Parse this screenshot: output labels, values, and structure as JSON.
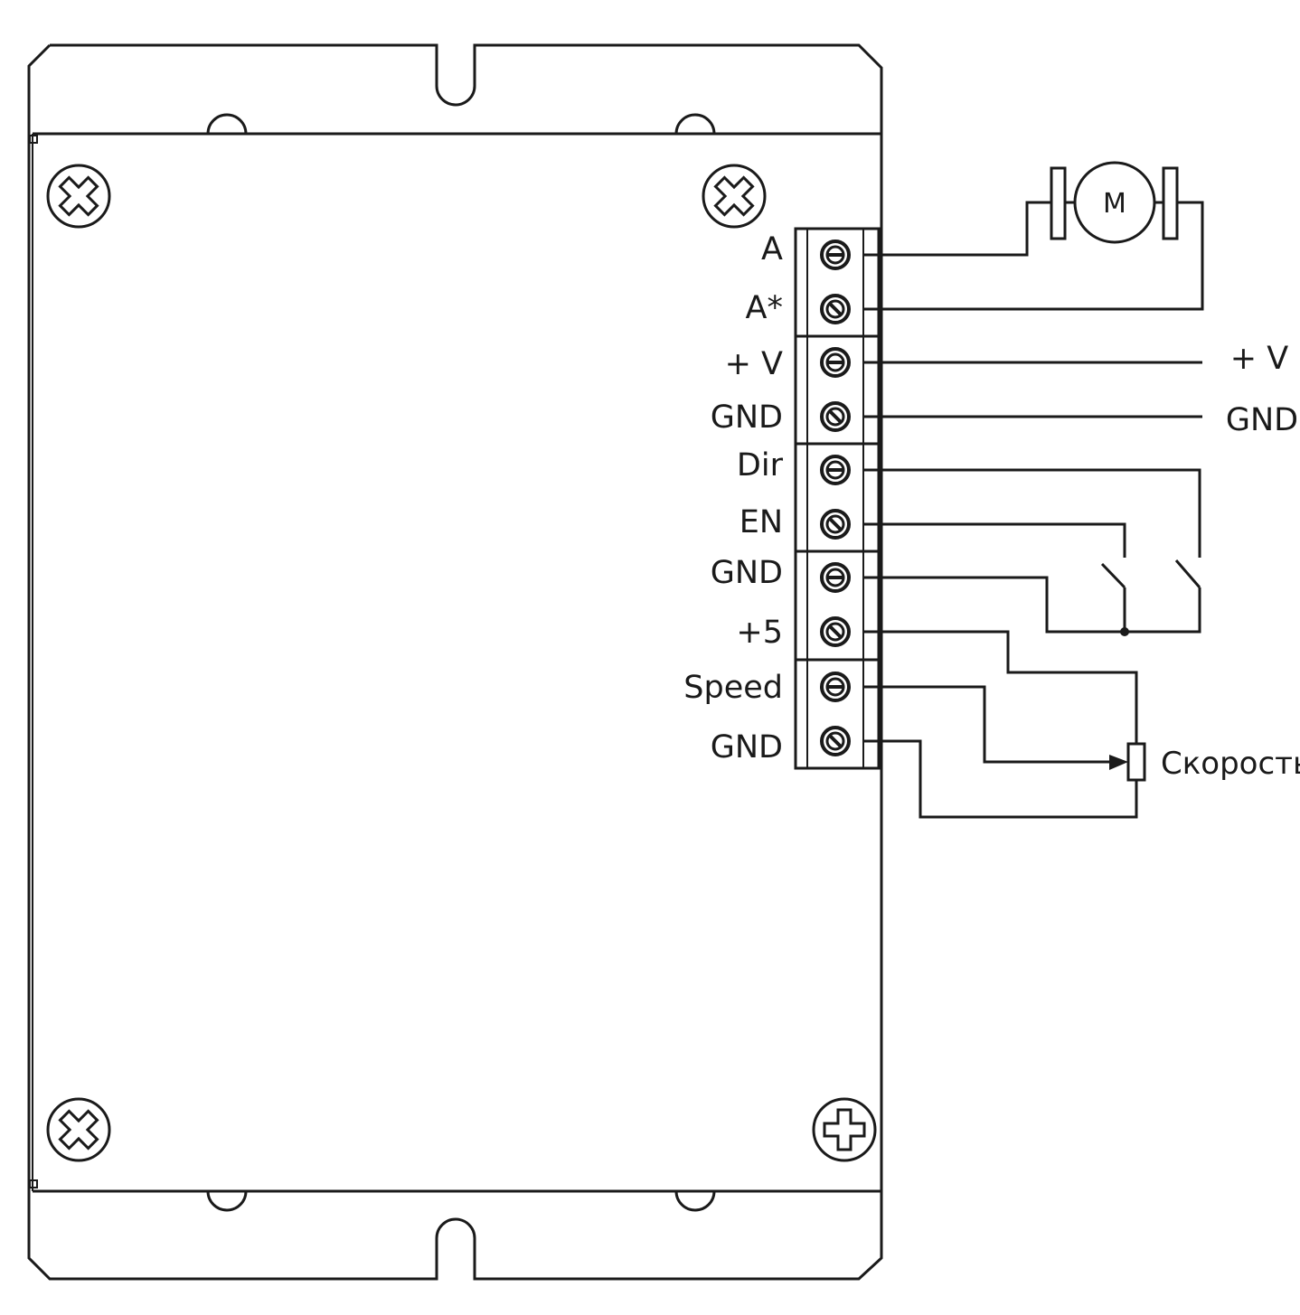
{
  "terminals": [
    {
      "label": "A"
    },
    {
      "label": "A*"
    },
    {
      "label": "+ V"
    },
    {
      "label": "GND"
    },
    {
      "label": "Dir"
    },
    {
      "label": "EN"
    },
    {
      "label": "GND"
    },
    {
      "label": "+5"
    },
    {
      "label": "Speed"
    },
    {
      "label": "GND"
    }
  ],
  "external": {
    "motor_label": "M",
    "supply_plus": "+ V",
    "supply_gnd": "GND",
    "potentiometer_label": "Скорость"
  },
  "icons": [
    "screw-terminal-icon",
    "mounting-screw-icon",
    "motor-icon",
    "switch-icon",
    "potentiometer-icon"
  ]
}
